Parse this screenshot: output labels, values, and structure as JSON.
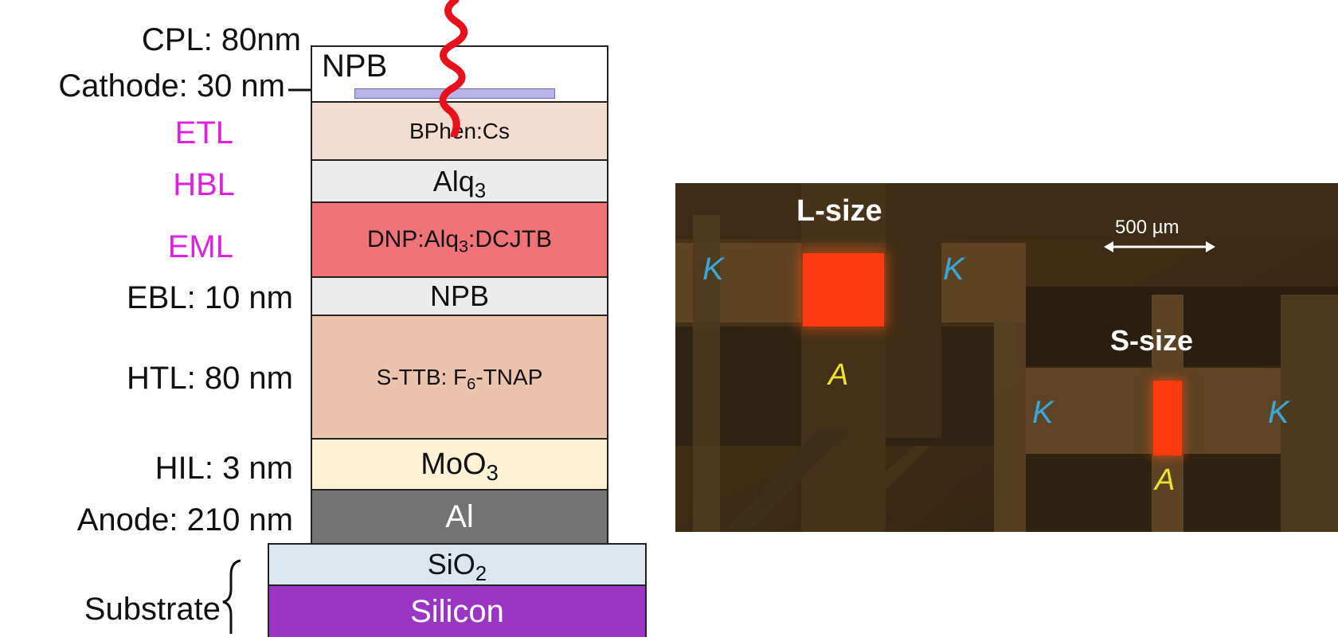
{
  "stack": {
    "side_labels": {
      "cpl": "CPL: 80nm",
      "cathode": "Cathode: 30 nm",
      "etl": "ETL",
      "hbl": "HBL",
      "eml": "EML",
      "ebl": "EBL: 10 nm",
      "htl": "HTL: 80 nm",
      "hil": "HIL: 3 nm",
      "anode": "Anode: 210 nm",
      "substrate": "Substrate"
    },
    "layers": {
      "cpl": "NPB",
      "etl": "BPhen:Cs",
      "hbl_main": "Alq",
      "hbl_sub": "3",
      "eml_a": "DNP:Alq",
      "eml_sub": "3",
      "eml_b": ":DCJTB",
      "ebl": "NPB",
      "htl_a": "S-TTB: F",
      "htl_sub": "6",
      "htl_b": "-TNAP",
      "hil_main": "MoO",
      "hil_sub": "3",
      "anode": "Al",
      "sio2_main": "SiO",
      "sio2_sub": "2",
      "silicon": "Silicon"
    },
    "colors": {
      "cpl": "#ffffff",
      "cathode_film": "#b7b3e8",
      "etl": "#f2ddd0",
      "hbl": "#ececec",
      "eml": "#f07378",
      "ebl": "#ececec",
      "htl": "#ecc3ad",
      "hil": "#fdf3d4",
      "anode": "#737373",
      "sio2": "#dce6ef",
      "silicon": "#9b35c4",
      "emission": "#e8101a",
      "label_magenta": "#e020e0"
    }
  },
  "photo": {
    "l_size_label": "L-size",
    "s_size_label": "S-size",
    "scale_label": "500 µm",
    "cathode_label": "K",
    "anode_label": "A",
    "colors": {
      "background": "#3a2a14",
      "emission": "#ff3a10",
      "cathode_text": "#3aa6d8",
      "anode_text": "#f0e030"
    }
  }
}
